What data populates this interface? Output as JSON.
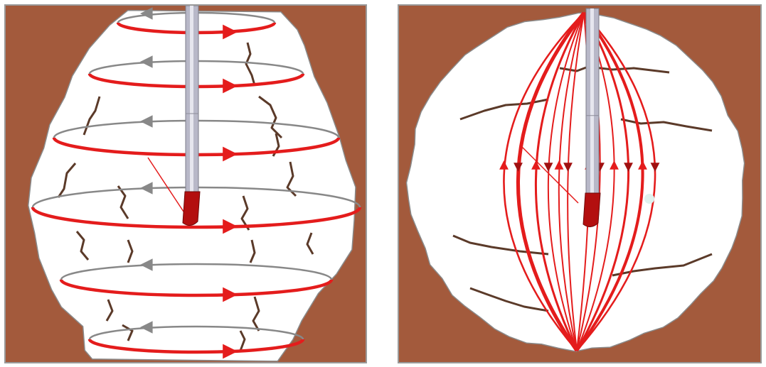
{
  "figure": {
    "panels": [
      {
        "id": "horizontal-rings",
        "pattern": "horizontal-rings"
      },
      {
        "id": "meridian-lines",
        "pattern": "meridians"
      }
    ]
  },
  "colors": {
    "rock": "#a35a3c",
    "cavity": "#ffffff",
    "current_front": "#e41c1c",
    "current_back": "#888888",
    "fracture": "#5b3a29",
    "tool_shaft": "#b8b8c8",
    "tool_tip": "#b30f0f",
    "frame": "#9a9a9a"
  },
  "icons": {
    "flow_arrow": "triangle-arrow",
    "tool": "borehole-probe"
  }
}
